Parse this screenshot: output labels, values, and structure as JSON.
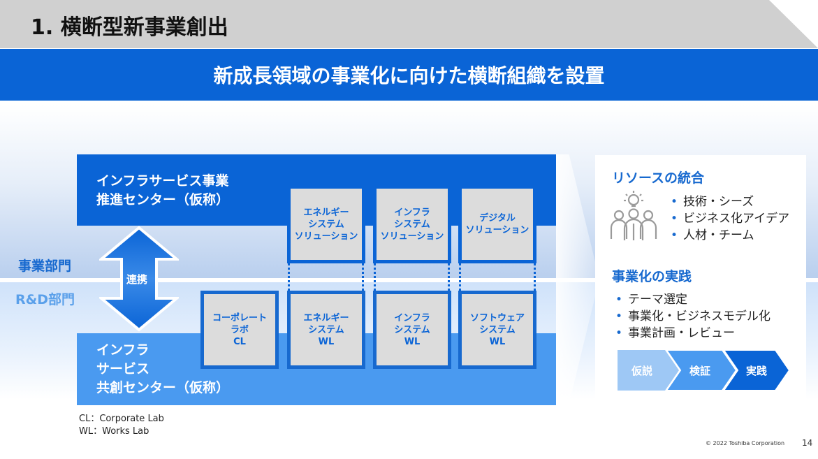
{
  "header": {
    "title": "1. 横断型新事業創出",
    "subtitle": "新成長領域の事業化に向けた横断組織を設置"
  },
  "layers": {
    "business": "事業部門",
    "rd": "R&D部門"
  },
  "center": {
    "top_label_line1": "インフラサービス事業",
    "top_label_line2": "推進センター（仮称）",
    "bottom_label_line1": "インフラ",
    "bottom_label_line2": "サービス",
    "bottom_label_line3": "共創センター（仮称）",
    "link_label": "連携",
    "upper_cells": [
      "エネルギー\nシステム\nソリューション",
      "インフラ\nシステム\nソリューション",
      "デジタル\nソリューション"
    ],
    "lower_cells": [
      "コーポレート\nラボ\nCL",
      "エネルギー\nシステム\nWL",
      "インフラ\nシステム\nWL",
      "ソフトウェア\nシステム\nWL"
    ]
  },
  "legend": {
    "cl": "CL：Corporate Lab",
    "wl": "WL：Works Lab"
  },
  "panel": {
    "resources_title": "リソースの統合",
    "resources": [
      "技術・シーズ",
      "ビジネス化アイデア",
      "人材・チーム"
    ],
    "practice_title": "事業化の実践",
    "practice": [
      "テーマ選定",
      "事業化・ビジネスモデル化",
      "事業計画・レビュー"
    ],
    "steps": [
      "仮説",
      "検証",
      "実践"
    ],
    "bullet": "•",
    "icon": "people-idea-icon"
  },
  "footer": {
    "copyright": "© 2022 Toshiba Corporation",
    "page": "14"
  },
  "colors": {
    "primary": "#0a64d6",
    "light_blue": "#4a9af0",
    "cell_bg": "#dcdcdc",
    "step_light": "#9ec8f5",
    "step_mid": "#4a9af0",
    "step_dark": "#0a64d6"
  }
}
